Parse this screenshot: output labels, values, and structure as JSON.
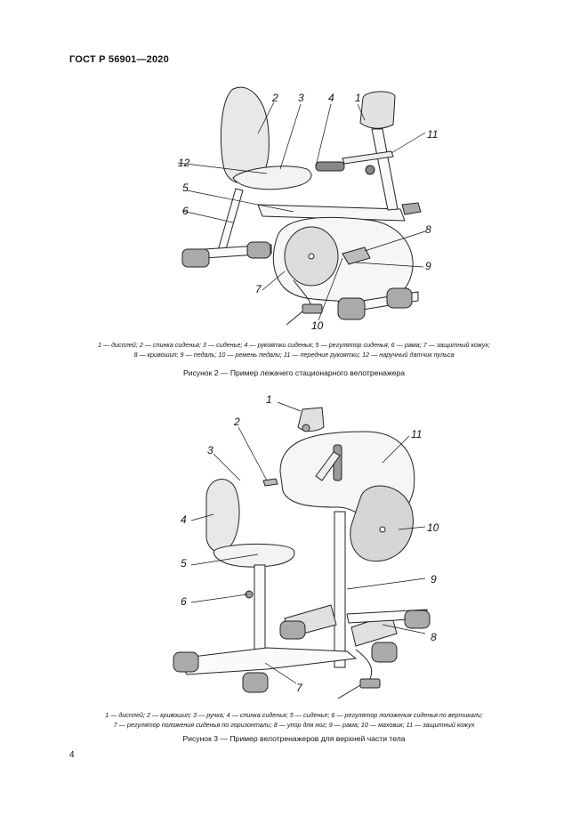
{
  "header": {
    "standard": "ГОСТ Р 56901—2020"
  },
  "figure2": {
    "callouts": [
      "1",
      "2",
      "3",
      "4",
      "5",
      "6",
      "7",
      "8",
      "9",
      "10",
      "11",
      "12"
    ],
    "legend_line1": "1 — дисплей; 2 — спинка сиденья; 3 — сиденье; 4 — рукоятки сиденья; 5 — регулятор сиденья; 6 — рама; 7 — защитный кожух;",
    "legend_line2": "8 — кривошип; 9 — педаль; 10 — ремень педали; 11 — передние рукоятки; 12 — наручный датчик пульса",
    "title": "Рисунок 2 — Пример лежачего стационарного велотренажера"
  },
  "figure3": {
    "callouts": [
      "1",
      "2",
      "3",
      "4",
      "5",
      "6",
      "7",
      "8",
      "9",
      "10",
      "11"
    ],
    "legend_line1": "1 — дисплей; 2 — кривошип; 3 — ручка; 4 — спинка сиденья; 5 — сиденье; 6 — регулятор положения сиденья по вертикали;",
    "legend_line2": "7 — регулятор положения сиденья по горизонтали; 8 — упор для ног; 9 — рама; 10 — маховик; 11 — защитный кожух",
    "title": "Рисунок 3 — Пример велотренажеров для верхней части тела"
  },
  "footer": {
    "page_number": "4"
  }
}
